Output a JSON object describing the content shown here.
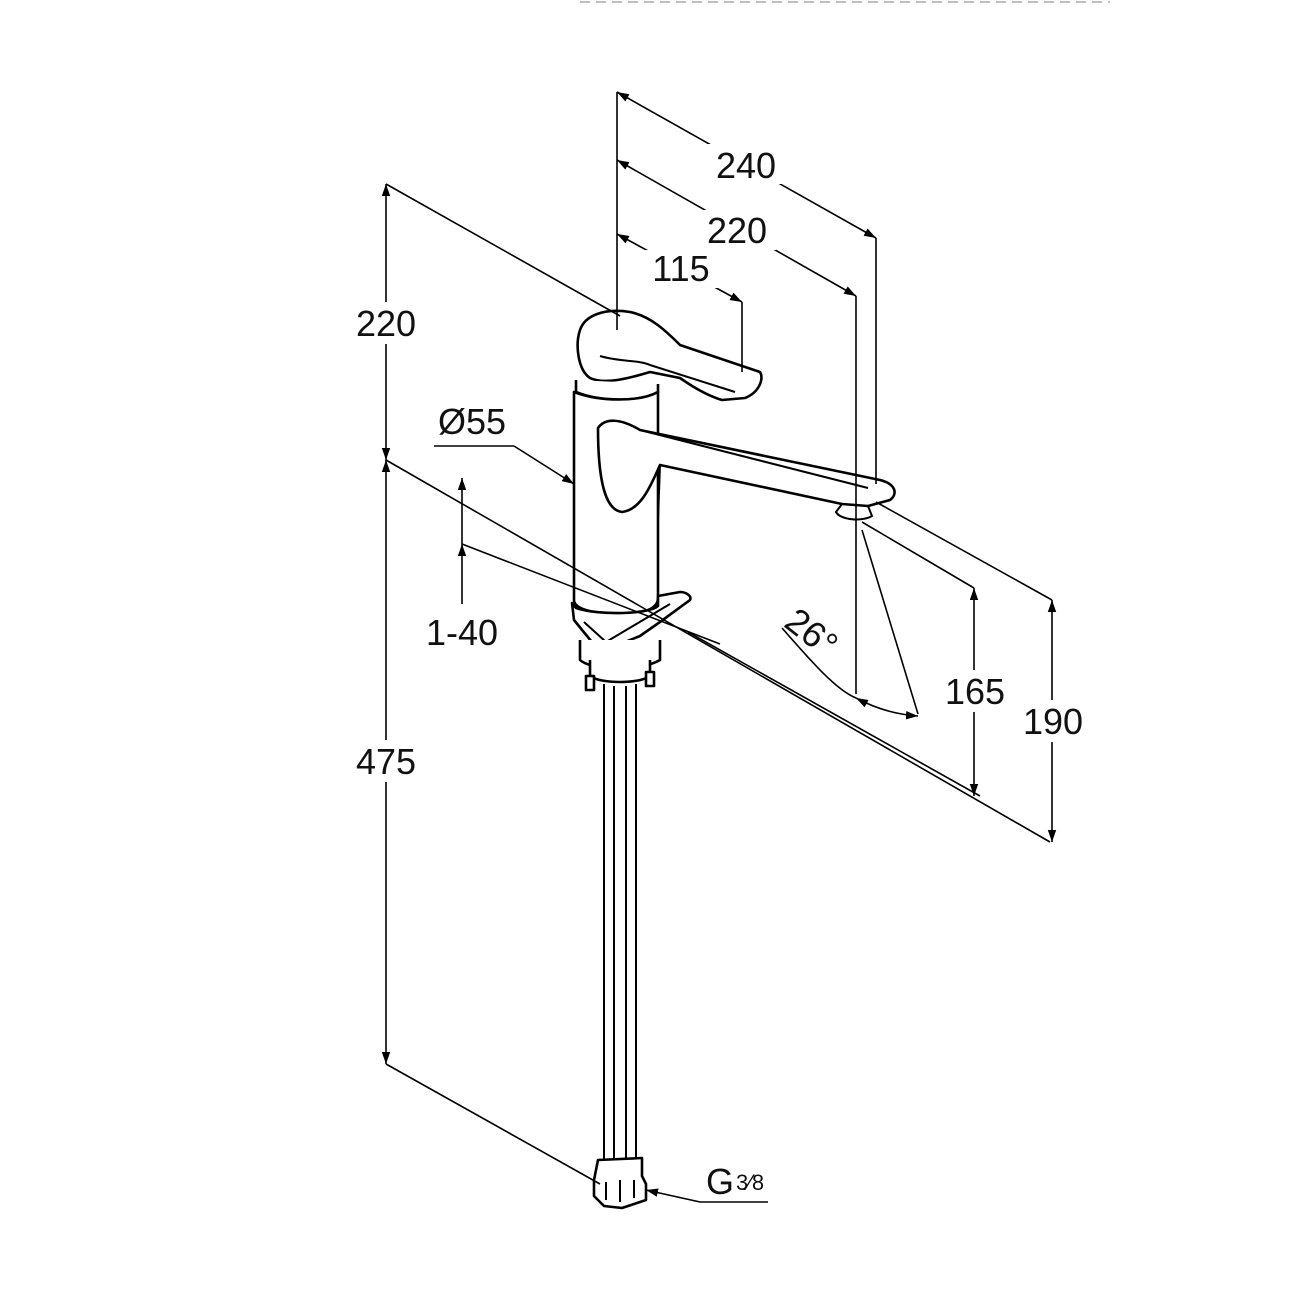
{
  "dimensions": {
    "width_total": "240",
    "width_spout": "220",
    "width_lever": "115",
    "height_above_deck": "220",
    "height_below_deck": "475",
    "diameter": "Ø55",
    "deck_thickness": "1-40",
    "spout_angle": "26°",
    "spout_height": "165",
    "outlet_height": "190",
    "thread_prefix": "G",
    "thread_size": "3⁄8"
  },
  "colors": {
    "line": "#000000",
    "background": "#ffffff"
  }
}
